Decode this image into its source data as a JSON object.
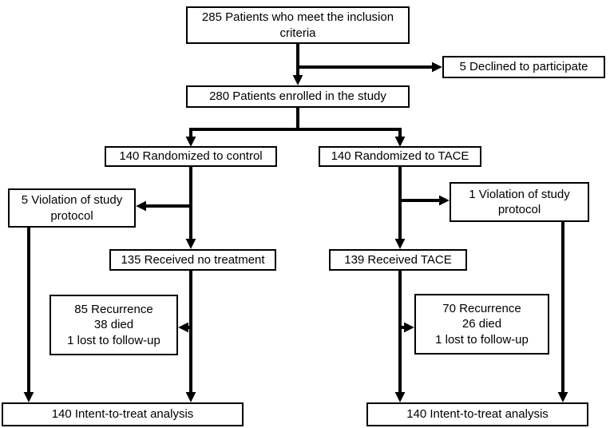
{
  "diagram": {
    "type": "flowchart",
    "description": "Patient enrollment and randomization flow (control vs TACE)",
    "background_color": "#ffffff",
    "line_color": "#000000",
    "box_border_color": "#000000",
    "nodes": {
      "inclusion": {
        "label": "285 Patients who meet the inclusion criteria"
      },
      "declined": {
        "label": "5 Declined to participate"
      },
      "enrolled": {
        "label": "280 Patients enrolled in the study"
      },
      "rand_control": {
        "label": "140 Randomized to control"
      },
      "rand_tace": {
        "label": "140 Randomized to TACE"
      },
      "viol_control": {
        "label": "5 Violation of study protocol"
      },
      "viol_tace": {
        "label": "1 Violation of study protocol"
      },
      "recv_none": {
        "label": "135 Received no treatment"
      },
      "recv_tace": {
        "label": "139 Received TACE"
      },
      "outcome_control": {
        "lines": [
          "85 Recurrence",
          "38 died",
          "1 lost to follow-up"
        ]
      },
      "outcome_tace": {
        "lines": [
          "70 Recurrence",
          "26 died",
          "1 lost to follow-up"
        ]
      },
      "itt_control": {
        "label": "140 Intent-to-treat analysis"
      },
      "itt_tace": {
        "label": "140 Intent-to-treat analysis"
      }
    },
    "edges": [
      {
        "from": "inclusion",
        "to": "declined"
      },
      {
        "from": "inclusion",
        "to": "enrolled"
      },
      {
        "from": "enrolled",
        "to": "rand_control"
      },
      {
        "from": "enrolled",
        "to": "rand_tace"
      },
      {
        "from": "rand_control",
        "to": "viol_control"
      },
      {
        "from": "rand_control",
        "to": "recv_none"
      },
      {
        "from": "rand_tace",
        "to": "viol_tace"
      },
      {
        "from": "rand_tace",
        "to": "recv_tace"
      },
      {
        "from": "recv_none",
        "to": "outcome_control"
      },
      {
        "from": "recv_none",
        "to": "itt_control"
      },
      {
        "from": "viol_control",
        "to": "itt_control"
      },
      {
        "from": "recv_tace",
        "to": "outcome_tace"
      },
      {
        "from": "recv_tace",
        "to": "itt_tace"
      },
      {
        "from": "viol_tace",
        "to": "itt_tace"
      }
    ]
  }
}
